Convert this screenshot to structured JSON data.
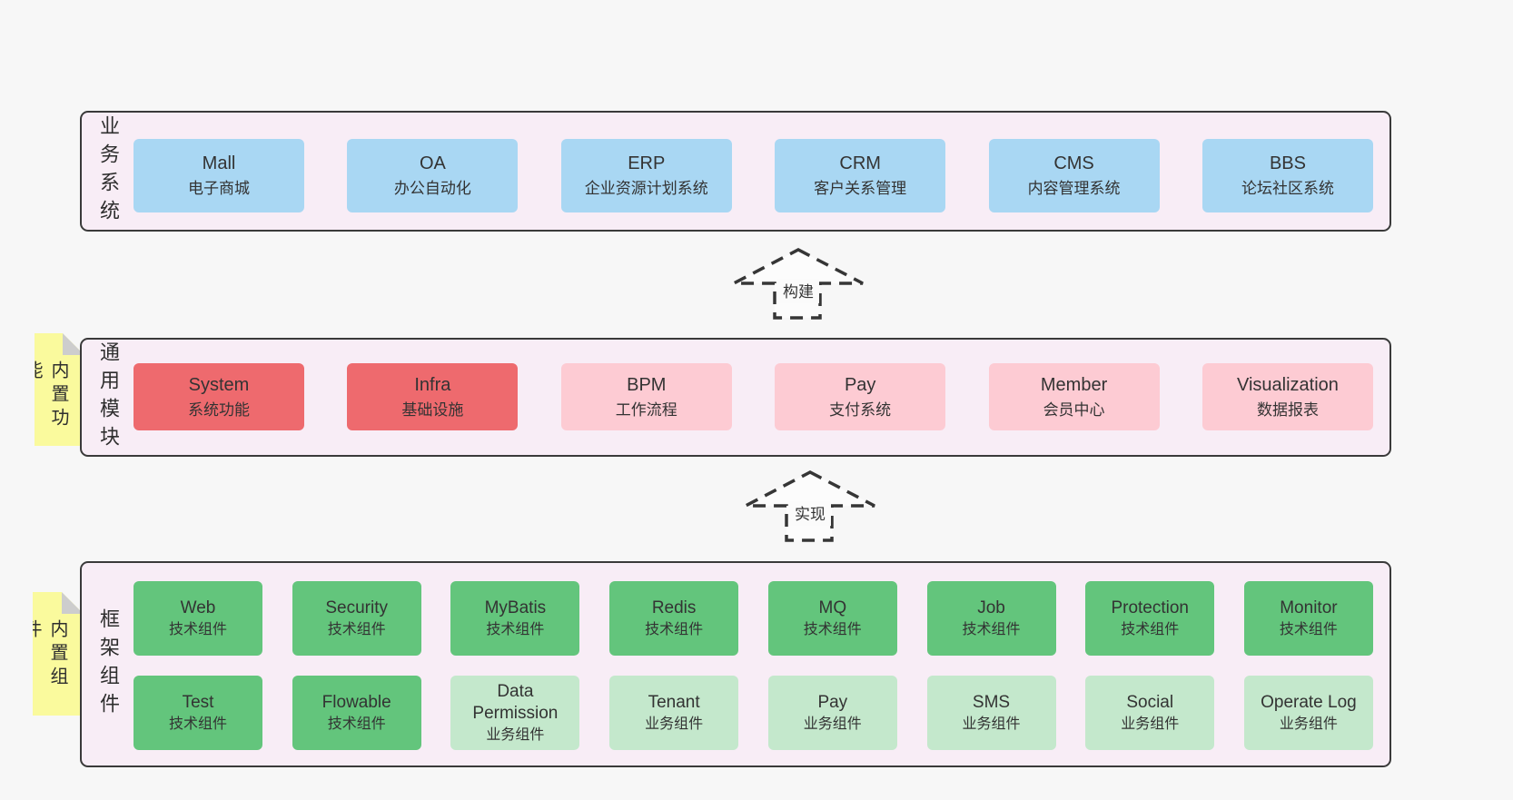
{
  "diagram": {
    "arrows": [
      {
        "label": "构建"
      },
      {
        "label": "实现"
      }
    ],
    "layers": {
      "business": {
        "title": "业务系统",
        "boxes": [
          {
            "en": "Mall",
            "cn": "电子商城"
          },
          {
            "en": "OA",
            "cn": "办公自动化"
          },
          {
            "en": "ERP",
            "cn": "企业资源计划系统"
          },
          {
            "en": "CRM",
            "cn": "客户关系管理"
          },
          {
            "en": "CMS",
            "cn": "内容管理系统"
          },
          {
            "en": "BBS",
            "cn": "论坛社区系统"
          }
        ]
      },
      "modules": {
        "title": "通用模块",
        "note": "内置功能",
        "boxes": [
          {
            "en": "System",
            "cn": "系统功能"
          },
          {
            "en": "Infra",
            "cn": "基础设施"
          },
          {
            "en": "BPM",
            "cn": "工作流程"
          },
          {
            "en": "Pay",
            "cn": "支付系统"
          },
          {
            "en": "Member",
            "cn": "会员中心"
          },
          {
            "en": "Visualization",
            "cn": "数据报表"
          }
        ]
      },
      "components": {
        "title": "框架组件",
        "note": "内置组件",
        "row1": [
          {
            "en": "Web",
            "cn": "技术组件"
          },
          {
            "en": "Security",
            "cn": "技术组件"
          },
          {
            "en": "MyBatis",
            "cn": "技术组件"
          },
          {
            "en": "Redis",
            "cn": "技术组件"
          },
          {
            "en": "MQ",
            "cn": "技术组件"
          },
          {
            "en": "Job",
            "cn": "技术组件"
          },
          {
            "en": "Protection",
            "cn": "技术组件"
          },
          {
            "en": "Monitor",
            "cn": "技术组件"
          }
        ],
        "row2": [
          {
            "en": "Test",
            "cn": "技术组件"
          },
          {
            "en": "Flowable",
            "cn": "技术组件"
          },
          {
            "en": "Data Permission",
            "cn": "业务组件"
          },
          {
            "en": "Tenant",
            "cn": "业务组件"
          },
          {
            "en": "Pay",
            "cn": "业务组件"
          },
          {
            "en": "SMS",
            "cn": "业务组件"
          },
          {
            "en": "Social",
            "cn": "业务组件"
          },
          {
            "en": "Operate Log",
            "cn": "业务组件"
          }
        ]
      }
    },
    "colors": {
      "page_bg": "#f7f7f7",
      "panel_bg": "#f8edf6",
      "panel_border": "#3a3a3a",
      "business_box": "#a9d7f3",
      "core_module_box": "#ee6a6e",
      "optional_module_box": "#fdcbd3",
      "tech_component_box": "#63c57c",
      "biz_component_box": "#c4e8cc",
      "note_bg": "#fafa9d"
    }
  }
}
